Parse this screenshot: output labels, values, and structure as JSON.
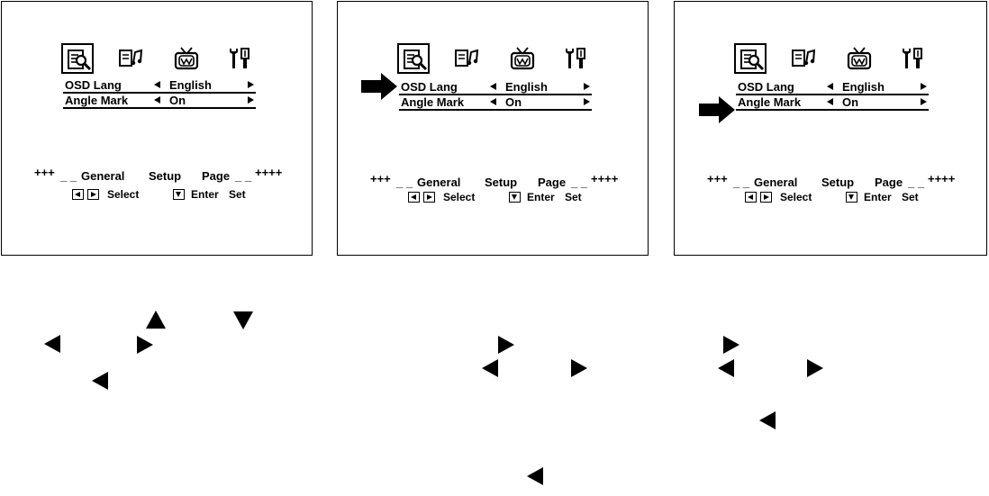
{
  "menu": {
    "icons": [
      "magnifier-document-icon",
      "audio-document-icon",
      "tv-icon",
      "tools-icon"
    ],
    "rows": [
      {
        "label": "OSD Lang",
        "value": "English"
      },
      {
        "label": "Angle Mark",
        "value": "On"
      }
    ],
    "footer": {
      "plus_left": "+++",
      "dash_left": "_ _",
      "general": "General",
      "setup": "Setup",
      "page": "Page",
      "dash_right": "_ _",
      "plus_right": "++++",
      "select": "Select",
      "enter": "Enter",
      "set": "Set"
    }
  },
  "panels": [
    {
      "id": "panel-1",
      "pointer": "none"
    },
    {
      "id": "panel-2",
      "pointer": "OSD Lang"
    },
    {
      "id": "panel-3",
      "pointer": "Angle Mark"
    }
  ],
  "glyphs": [
    "up",
    "down",
    "left",
    "right",
    "left",
    "right",
    "left",
    "right",
    "right",
    "left",
    "right",
    "left",
    "left"
  ]
}
